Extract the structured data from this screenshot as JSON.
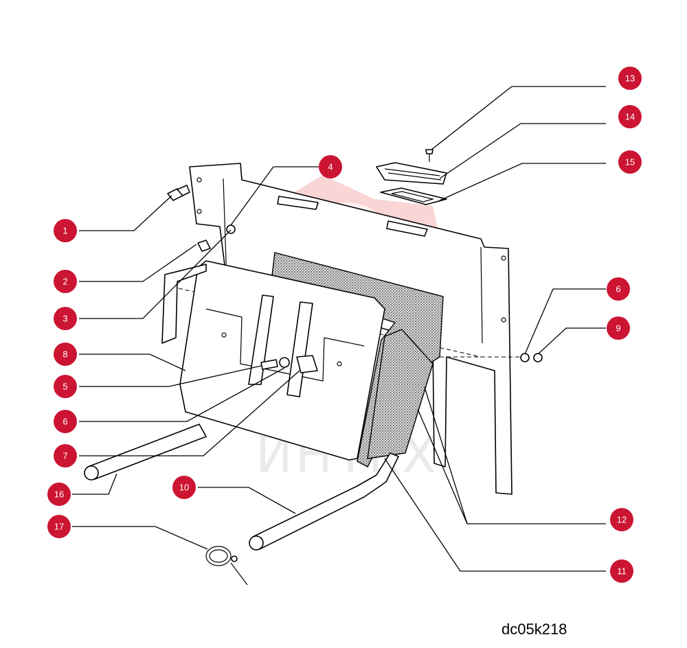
{
  "diagram_code": "dc05k218",
  "watermark": {
    "text": "ИНТЕХ",
    "color": "#f3a0a0"
  },
  "callout_color": "#cc1433",
  "callouts": [
    {
      "id": "1",
      "label": "1"
    },
    {
      "id": "2",
      "label": "2"
    },
    {
      "id": "3",
      "label": "3"
    },
    {
      "id": "4",
      "label": "4"
    },
    {
      "id": "5",
      "label": "5"
    },
    {
      "id": "6",
      "label": "6"
    },
    {
      "id": "7",
      "label": "7"
    },
    {
      "id": "8",
      "label": "8"
    },
    {
      "id": "6b",
      "label": "6"
    },
    {
      "id": "9",
      "label": "9"
    },
    {
      "id": "10",
      "label": "10"
    },
    {
      "id": "11",
      "label": "11"
    },
    {
      "id": "12",
      "label": "12"
    },
    {
      "id": "13",
      "label": "13"
    },
    {
      "id": "14",
      "label": "14"
    },
    {
      "id": "15",
      "label": "15"
    },
    {
      "id": "16",
      "label": "16"
    },
    {
      "id": "17",
      "label": "17"
    }
  ]
}
